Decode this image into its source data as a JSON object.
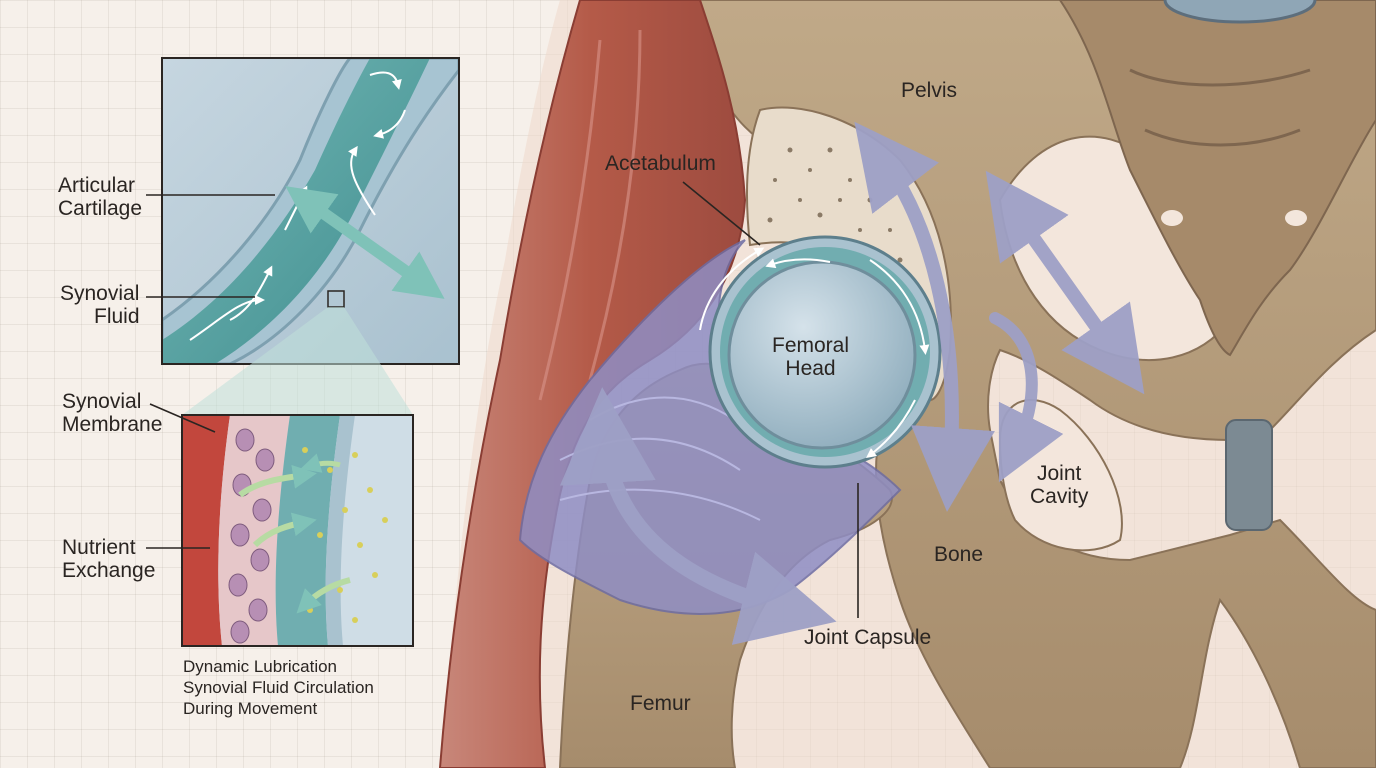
{
  "labels": {
    "articular_cartilage": [
      "Articular",
      "Cartilage"
    ],
    "synovial_fluid": [
      "Synovial",
      "Fluid"
    ],
    "synovial_membrane": [
      "Synovial",
      "Membrane"
    ],
    "nutrient_exchange": [
      "Nutrient",
      "Exchange"
    ],
    "acetabulum": "Acetabulum",
    "pelvis": "Pelvis",
    "femoral_head": [
      "Femoral",
      "Head"
    ],
    "joint_cavity": [
      "Joint",
      "Cavity"
    ],
    "bone": "Bone",
    "joint_capsule": "Joint Capsule",
    "femur": "Femur"
  },
  "caption": [
    "Dynamic Lubrication",
    "Synovial Fluid Circulation",
    "During Movement"
  ],
  "colors": {
    "bone": "#b39a7b",
    "muscle": "#b45a48",
    "ligament": "#8f8ec4",
    "cartilage": "#a9c2cf",
    "synovial_fluid": "#5fa6a6",
    "arrow": "#9ea0c6",
    "membrane_red": "#c2473d",
    "cells": "#b78fb4",
    "nutrient_dots": "#d8cf5a"
  }
}
